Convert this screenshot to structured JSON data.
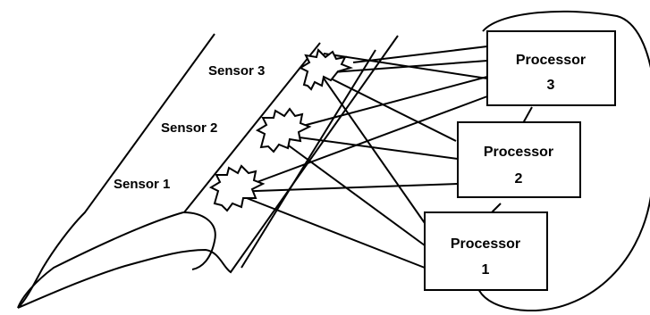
{
  "diagram": {
    "sensors": [
      {
        "id": "s1",
        "label": "Sensor 1"
      },
      {
        "id": "s2",
        "label": "Sensor 2"
      },
      {
        "id": "s3",
        "label": "Sensor 3"
      }
    ],
    "processors": [
      {
        "id": "p3",
        "name": "Processor",
        "number": "3"
      },
      {
        "id": "p2",
        "name": "Processor",
        "number": "2"
      },
      {
        "id": "p1",
        "name": "Processor",
        "number": "1"
      }
    ],
    "connections": "all-to-all"
  }
}
